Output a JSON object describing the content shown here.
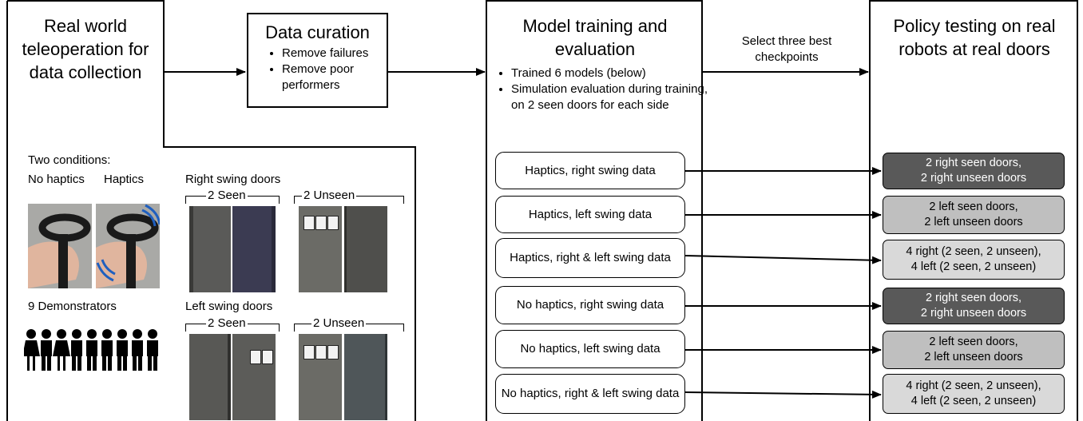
{
  "stages": {
    "collection": {
      "title": "Real world teleoperation for data collection"
    },
    "curation": {
      "title": "Data curation",
      "bullets": [
        "Remove failures",
        "Remove poor performers"
      ]
    },
    "training": {
      "title": "Model training and evaluation",
      "bullets": [
        "Trained 6 models (below)",
        "Simulation evaluation during training, on 2 seen doors for each side"
      ]
    },
    "testing": {
      "title": "Policy testing on real robots at real doors"
    }
  },
  "select_label": "Select three best checkpoints",
  "collection_details": {
    "conditions_label": "Two conditions:",
    "no_haptics": "No haptics",
    "haptics": "Haptics",
    "demonstrators": "9 Demonstrators",
    "right_doors": "Right swing doors",
    "left_doors": "Left swing doors",
    "seen": "2 Seen",
    "unseen": "2 Unseen"
  },
  "models": [
    "Haptics, right swing data",
    "Haptics, left swing data",
    "Haptics, right & left swing data",
    "No haptics, right swing data",
    "No haptics, left swing data",
    "No haptics, right & left swing data"
  ],
  "results": [
    "2 right seen doors,\n2 right unseen doors",
    "2 left seen doors,\n2 left unseen doors",
    "4 right (2 seen, 2 unseen),\n4 left (2 seen, 2 unseen)",
    "2 right seen doors,\n2 right unseen doors",
    "2 left seen doors,\n2 left unseen doors",
    "4 right (2 seen, 2 unseen),\n4 left (2 seen, 2 unseen)"
  ],
  "colors": {
    "dark": "#595959",
    "mid": "#bfbfbf",
    "light": "#d9d9d9"
  }
}
